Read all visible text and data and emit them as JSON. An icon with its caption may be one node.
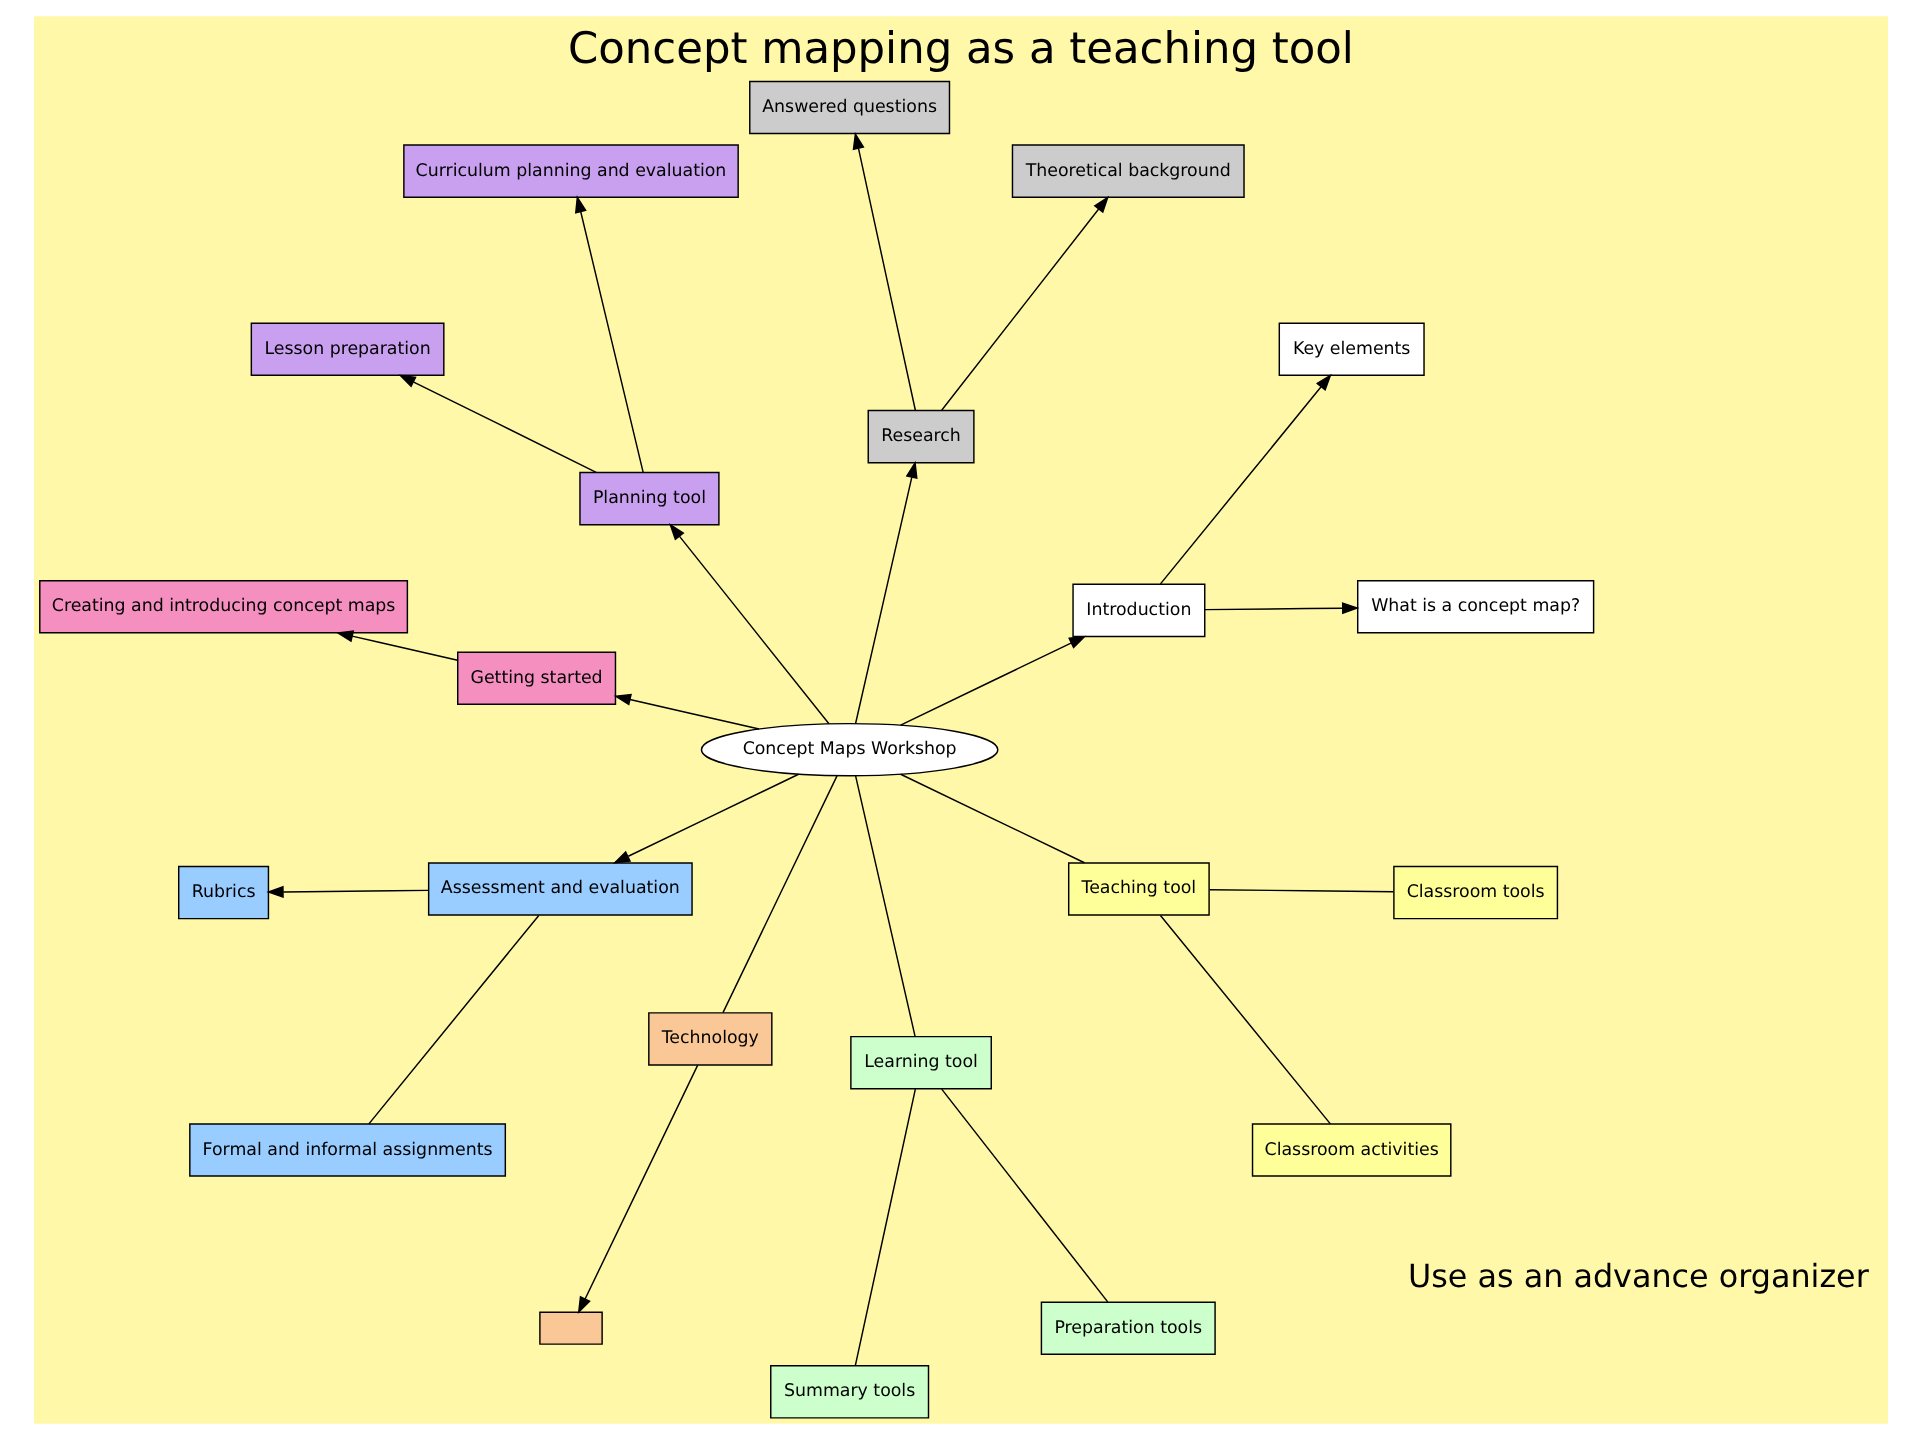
{
  "diagram": {
    "title": "Concept mapping as a teaching tool",
    "nodes": [
      {
        "text": [
          "Concept Maps Workshop"
        ]
      },
      {
        "text": [
          "Introduction"
        ]
      },
      {
        "text": [
          "What is a concept map?"
        ]
      },
      {
        "text": [
          "Key elements"
        ]
      },
      {
        "text": [
          "Research"
        ]
      },
      {
        "text": [
          "Theoretical background"
        ]
      },
      {
        "text": [
          "Answered questions"
        ]
      },
      {
        "text": [
          "Planning tool"
        ]
      },
      {
        "text": [
          "Curriculum planning and evaluation"
        ]
      },
      {
        "text": [
          "Lesson preparation"
        ]
      },
      {
        "text": [
          "Getting started"
        ]
      },
      {
        "text": [
          "Creating and introducing concept maps"
        ]
      },
      {
        "text": [
          "Assessment and evaluation"
        ]
      },
      {
        "text": [
          "Rubrics"
        ]
      },
      {
        "text": [
          "Formal and informal assignments"
        ]
      },
      {
        "text": [
          "Technology"
        ]
      },
      {
        "text": [],
        "shape": "box"
      },
      {
        "text": [
          "Learning tool"
        ]
      },
      {
        "text": [
          "Summary tools"
        ]
      },
      {
        "text": [
          "Preparation tools"
        ]
      },
      {
        "text": [
          "Teaching tool"
        ]
      },
      {
        "text": [
          "Classroom activities"
        ]
      },
      {
        "text": [
          "Classroom tools"
        ]
      }
    ],
    "edges": [
      {
        "from": 0,
        "to": 1,
        "arrow": "to"
      },
      {
        "from": 1,
        "to": 2,
        "arrow": "to"
      },
      {
        "from": 1,
        "to": 3,
        "arrow": "to"
      },
      {
        "from": 0,
        "to": 4,
        "arrow": "to"
      },
      {
        "from": 4,
        "to": 5,
        "arrow": "to"
      },
      {
        "from": 4,
        "to": 6,
        "arrow": "to"
      },
      {
        "from": 0,
        "to": 7,
        "arrow": "to"
      },
      {
        "from": 7,
        "to": 8,
        "arrow": "to"
      },
      {
        "from": 7,
        "to": 9,
        "arrow": "to"
      },
      {
        "from": 0,
        "to": 10,
        "arrow": "to"
      },
      {
        "from": 10,
        "to": 11,
        "arrow": "to"
      },
      {
        "from": 0,
        "to": 12,
        "arrow": "to"
      },
      {
        "from": 12,
        "to": 13,
        "arrow": "to"
      },
      {
        "from": 12,
        "to": 14,
        "arrow": "none"
      },
      {
        "from": 0,
        "to": 15,
        "arrow": "none"
      },
      {
        "from": 15,
        "to": 16,
        "arrow": "to"
      },
      {
        "from": 0,
        "to": 17,
        "arrow": "none"
      },
      {
        "from": 17,
        "to": 18,
        "arrow": "none"
      },
      {
        "from": 17,
        "to": 19,
        "arrow": "none"
      },
      {
        "from": 0,
        "to": 20,
        "arrow": "none"
      },
      {
        "from": 20,
        "to": 21,
        "arrow": "none"
      },
      {
        "from": 20,
        "to": 22,
        "arrow": "none"
      }
    ],
    "labels": [
      "Use as an advance organizer"
    ]
  }
}
